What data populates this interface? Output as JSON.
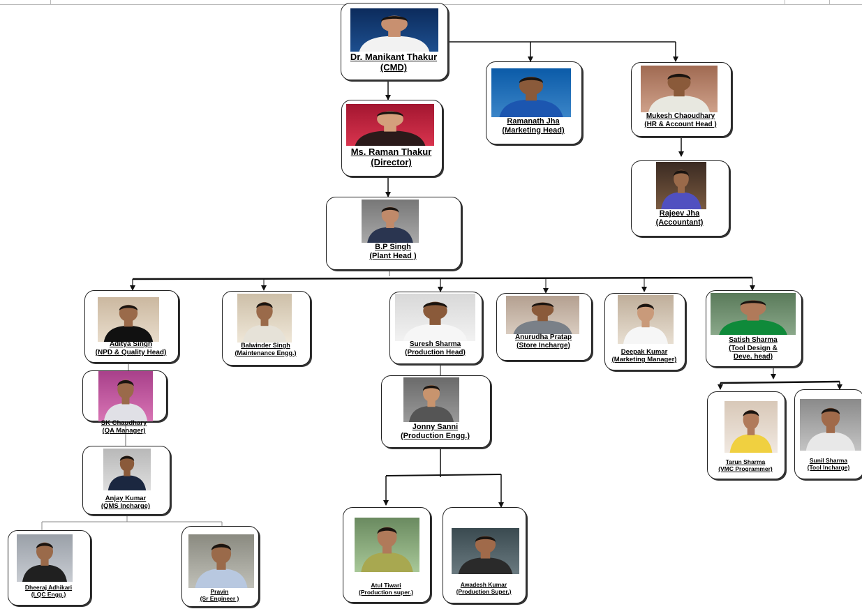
{
  "people": {
    "cmd": {
      "name": "Dr. Manikant Thakur",
      "role": "(CMD)"
    },
    "director": {
      "name": "Ms. Raman Thakur",
      "role": "(Director)"
    },
    "marketing": {
      "name": "Ramanath   Jha",
      "role": "(Marketing Head)"
    },
    "hr": {
      "name": "Mukesh  Chaoudhary",
      "role": "(HR & Account Head )"
    },
    "accountant": {
      "name": "Rajeev   Jha",
      "role": "(Accountant)"
    },
    "plant": {
      "name": "B.P Singh",
      "role": "(Plant Head )"
    },
    "aditya": {
      "name": "   Aditya Singh   ",
      "role": "(NPD & Quality Head)"
    },
    "balwinder": {
      "name": "Balwinder Singh",
      "role": "(Maintenance Engg.)"
    },
    "suresh": {
      "name": "Suresh Sharma",
      "role": "(Production Head)"
    },
    "anurudha": {
      "name": "Anurudha Pratap",
      "role": "(Store Incharge)"
    },
    "deepak": {
      "name": "Deepak Kumar",
      "role": "(Marketing   Manager)"
    },
    "satish": {
      "name": "Satish Sharma",
      "role": "(Tool Design &",
      "role2": "Deve. head)"
    },
    "skc": {
      "name": "SK Chaudhary",
      "role": "(QA  Manager)"
    },
    "anjay": {
      "name": "Anjay  Kumar",
      "role": "(QMS  Incharge)"
    },
    "jonny": {
      "name": "Jonny Sanni",
      "role": "(Production Engg.)"
    },
    "tarun": {
      "name": "Tarun Sharma",
      "role": "(VMC Programmer)"
    },
    "sunil": {
      "name": "Sunil Sharma",
      "role": "(Tool Incharge)"
    },
    "dheeraj": {
      "name": "Dheeraj Adhikari",
      "role": "(LQC Engg.)"
    },
    "pravin": {
      "name": "Pravin",
      "role": "(Sr Engineer )"
    },
    "atul": {
      "name": "Atul Tiwari",
      "role": "(Production super.)"
    },
    "awadesh": {
      "name": "Awadesh Kumar",
      "role": "(Production Super.)"
    }
  },
  "colors": {
    "line": "#111111",
    "box_border": "#222222",
    "label": "#000000"
  }
}
